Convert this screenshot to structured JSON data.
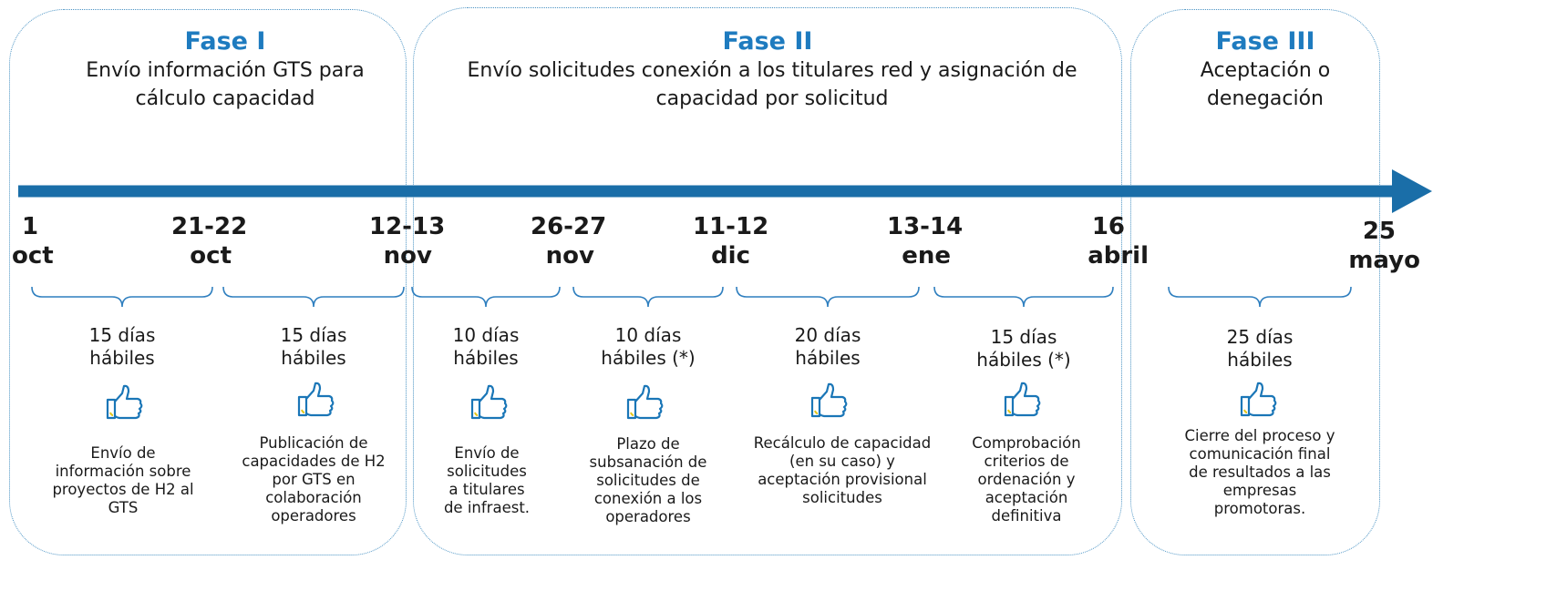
{
  "phases": [
    {
      "title": "Fase I",
      "description": "Envío información GTS para cálculo capacidad"
    },
    {
      "title": "Fase II",
      "description": "Envío solicitudes conexión a los titulares red y asignación de capacidad por solicitud"
    },
    {
      "title": "Fase III",
      "description": "Aceptación o denegación"
    }
  ],
  "dates": [
    {
      "line1": "1",
      "line2": "oct"
    },
    {
      "line1": "21-22",
      "line2": "oct"
    },
    {
      "line1": "12-13",
      "line2": "nov"
    },
    {
      "line1": "26-27",
      "line2": "nov"
    },
    {
      "line1": "11-12",
      "line2": "dic"
    },
    {
      "line1": "13-14",
      "line2": "ene"
    },
    {
      "line1": "16",
      "line2": "abril"
    },
    {
      "line1": "25",
      "line2": "mayo"
    }
  ],
  "steps": [
    {
      "duration": "15 días hábiles",
      "description": "Envío de información sobre proyectos de H2 al GTS",
      "icon": "thumbs-up-icon"
    },
    {
      "duration": "15 días hábiles",
      "description": "Publicación de capacidades de H2 por GTS en colaboración operadores",
      "icon": "thumbs-up-icon"
    },
    {
      "duration": "10 días hábiles",
      "description": "Envío de solicitudes a titulares de infraest.",
      "icon": "thumbs-up-icon"
    },
    {
      "duration": "10 días hábiles (*)",
      "description": "Plazo de subsanación de solicitudes de conexión a los operadores",
      "icon": "thumbs-up-icon"
    },
    {
      "duration": "20 días hábiles",
      "description": "Recálculo de capacidad (en su caso) y aceptación provisional solicitudes",
      "icon": "thumbs-up-icon"
    },
    {
      "duration": "15 días hábiles (*)",
      "description": "Comprobación criterios de ordenación y aceptación definitiva",
      "icon": "thumbs-up-icon"
    },
    {
      "duration": "25 días hábiles",
      "description": "Cierre del proceso y comunicación final de resultados a las empresas promotoras.",
      "icon": "thumbs-up-icon"
    }
  ],
  "colors": {
    "accent": "#1e7bbf",
    "arrow": "#1a6ea8",
    "border": "#4a93c4",
    "icon": "#1a76b7",
    "icon_highlight": "#e3c61a"
  }
}
